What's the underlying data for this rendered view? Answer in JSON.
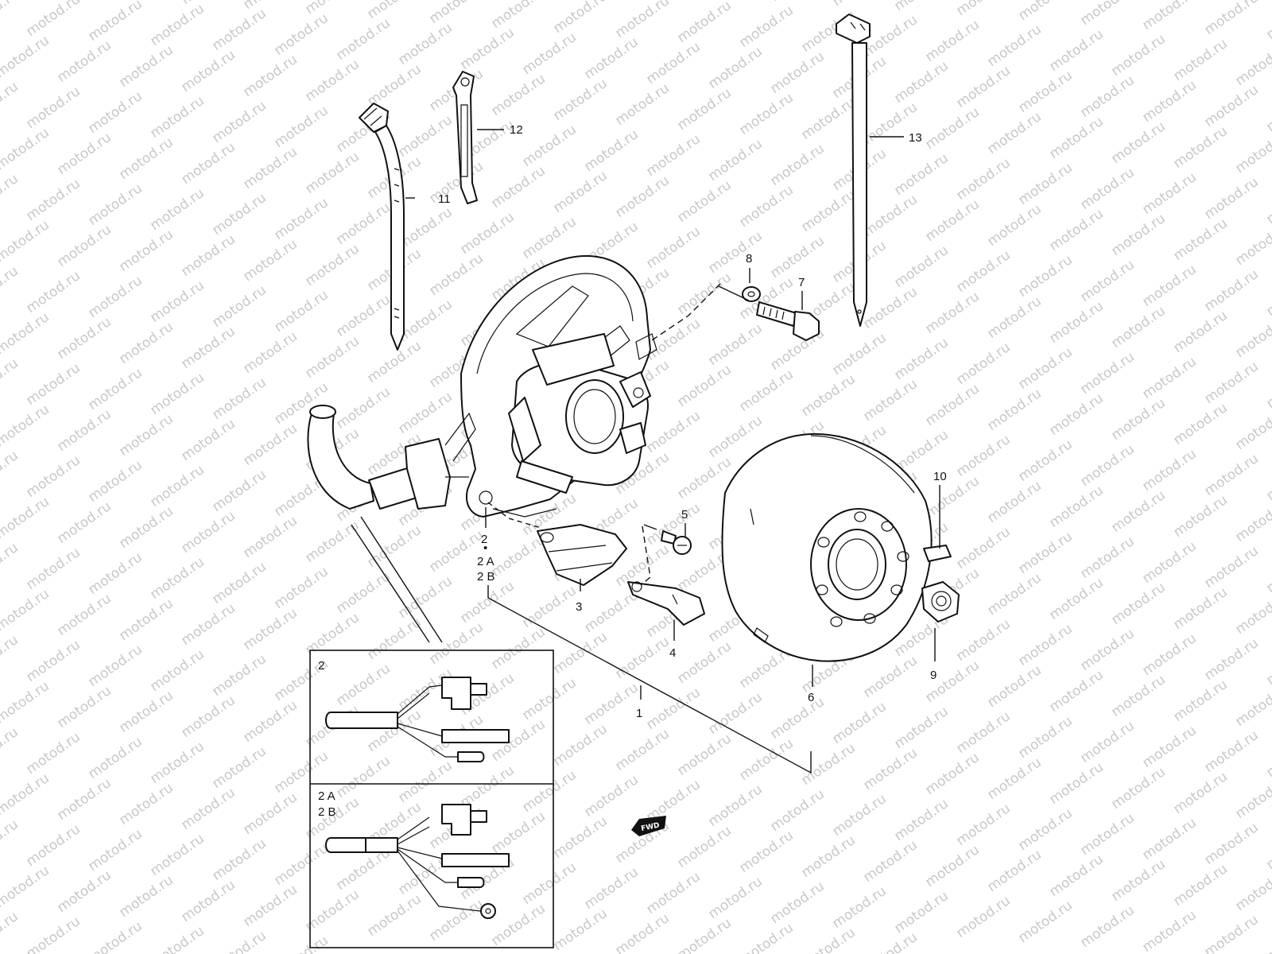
{
  "watermark": "motod.ru",
  "callouts": {
    "c1": "1",
    "c2": "2",
    "c2a": "2 A",
    "c2b": "2 B",
    "c3": "3",
    "c4": "4",
    "c5": "5",
    "c6": "6",
    "c7": "7",
    "c8": "8",
    "c9": "9",
    "c10": "10",
    "c11": "11",
    "c12": "12",
    "c13": "13"
  },
  "inset": {
    "top_label": "2",
    "bottom_label_a": "2 A",
    "bottom_label_b": "2 B"
  },
  "fwd_label": "FWD",
  "colors": {
    "line": "#111111",
    "watermark": "#c8c8c8",
    "background": "#ffffff"
  }
}
